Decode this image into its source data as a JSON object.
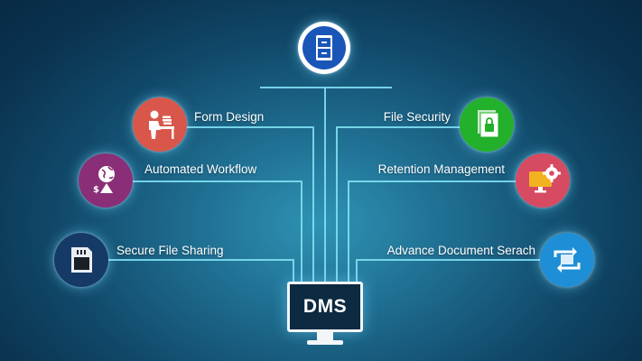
{
  "center": {
    "label": "DMS"
  },
  "features_left": [
    {
      "label": "Form Design",
      "icon": "desk-worker-icon",
      "color": "#d9574a"
    },
    {
      "label": "Automated Workflow",
      "icon": "money-globe-icon",
      "color": "#8a2e78"
    },
    {
      "label": "Secure File Sharing",
      "icon": "sd-card-icon",
      "color": "#153a66"
    }
  ],
  "features_right": [
    {
      "label": "File Security",
      "icon": "locked-files-icon",
      "color": "#23b02b"
    },
    {
      "label": "Retention Management",
      "icon": "monitor-gear-icon",
      "color": "#d64a62"
    },
    {
      "label": "Advance Document Serach",
      "icon": "sync-arrows-icon",
      "color": "#1e8fd6"
    }
  ],
  "top_node": {
    "icon": "file-cabinet-icon",
    "color": "#1a56b8"
  },
  "colors": {
    "wire": "#7fe0f2",
    "background": "#11496a"
  }
}
